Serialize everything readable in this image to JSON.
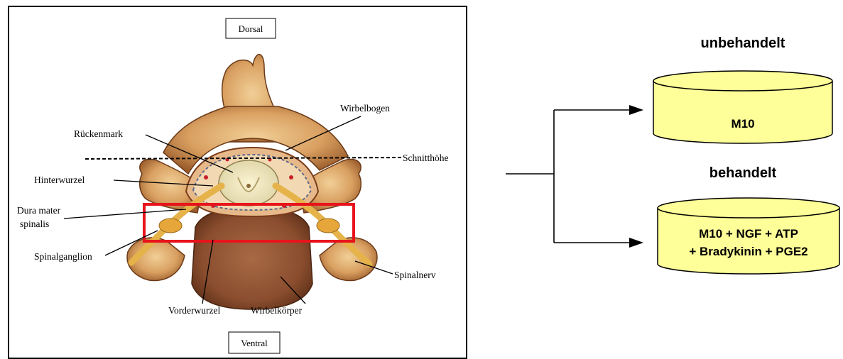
{
  "anatomy": {
    "top_box": "Dorsal",
    "bottom_box": "Ventral",
    "labels": {
      "wirbelbogen": "Wirbelbogen",
      "rueckenmark": "Rückenmark",
      "schnitthoehe": "Schnitthöhe",
      "hinterwurzel": "Hinterwurzel",
      "dura_line1": "Dura mater",
      "dura_line2": "spinalis",
      "spinalganglion": "Spinalganglion",
      "spinalnerv": "Spinalnerv",
      "vorderwurzel": "Vorderwurzel",
      "wirbelkoerper": "Wirbelkörper"
    },
    "highlight_color": "#e8141c"
  },
  "flow": {
    "top_label": "unbehandelt",
    "bottom_label": "behandelt",
    "cylinder_top_text": "M10",
    "cylinder_bottom_line1": "M10 + NGF + ATP",
    "cylinder_bottom_line2": "+ Bradykinin + PGE2",
    "cylinder_fill": "#ffff99"
  }
}
